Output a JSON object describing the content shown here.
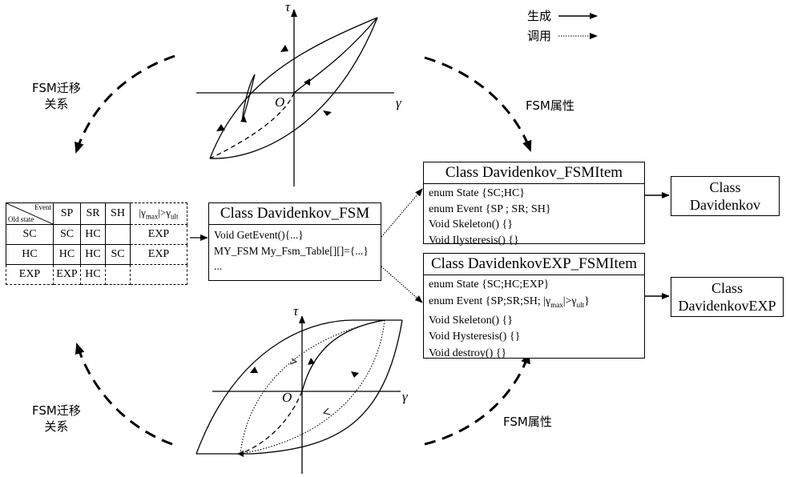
{
  "legend": {
    "generate": "生成",
    "call": "调用"
  },
  "labels": {
    "transition_top": [
      "FSM迁移",
      "关系"
    ],
    "transition_bottom": [
      "FSM迁移",
      "关系"
    ],
    "attribute_top": "FSM属性",
    "attribute_bottom": "FSM属性"
  },
  "axes": {
    "tau": "τ",
    "gamma": "γ",
    "origin": "O"
  },
  "fsm_class": {
    "title": "Class Davidenkov_FSM",
    "lines": [
      "Void GetEvent(){...}",
      "MY_FSM My_Fsm_Table[][]={...}",
      "..."
    ]
  },
  "item_class": {
    "title": "Class Davidenkov_FSMItem",
    "lines": [
      "enum State {SC;HC}",
      "enum Event {SP ; SR; SH}",
      "Void Skeleton() {}",
      "Void Ilysteresis() {}"
    ]
  },
  "exp_item_class": {
    "title": "Class DavidenkovEXP_FSMItem",
    "lines": [
      "enum State {SC;HC;EXP}",
      "enum Event {SP;SR;SH; |γ",
      "max",
      "|>γ",
      "ult",
      "}",
      "Void Skeleton() {}",
      "Void Hysteresis() {}",
      "Void destroy() {}"
    ]
  },
  "davidenkov": {
    "line1": "Class",
    "line2": "Davidenkov"
  },
  "davidenkov_exp": {
    "line1": "Class",
    "line2": "DavidenkovEXP"
  },
  "table": {
    "corner_event": "Event",
    "corner_state": "Old state",
    "headers": [
      "SP",
      "SR",
      "SH",
      "|γ",
      "max",
      "|>γ",
      "ult"
    ],
    "rows": [
      [
        "SC",
        "SC",
        "HC",
        "",
        "EXP"
      ],
      [
        "HC",
        "HC",
        "HC",
        "SC",
        "EXP"
      ],
      [
        "EXP",
        "EXP",
        "HC",
        "",
        ""
      ]
    ]
  }
}
